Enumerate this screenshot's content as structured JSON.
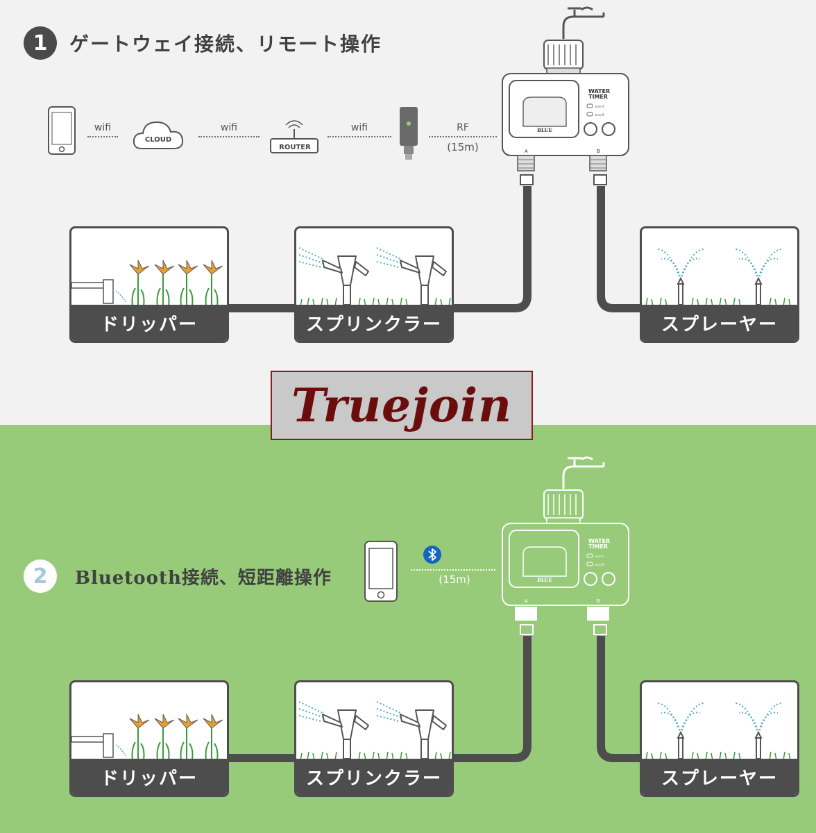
{
  "steps": [
    {
      "number": "1",
      "title": "ゲートウェイ接続、リモート操作"
    },
    {
      "number": "2",
      "title": "Bluetooth接続、短距離操作"
    }
  ],
  "brand": "Truejoin",
  "gateway_chain": {
    "cloud_label": "CLOUD",
    "router_label": "ROUTER",
    "links": [
      "wifi",
      "wifi",
      "wifi"
    ],
    "rf_label": "RF",
    "rf_range": "(15m)"
  },
  "bluetooth_chain": {
    "range": "(15m)"
  },
  "timer": {
    "title_line1": "WATER",
    "title_line2": "TIMER",
    "brand": "BLUE",
    "zone_a": "zone A",
    "zone_b": "zone B",
    "outlet_a": "A",
    "outlet_b": "B"
  },
  "scenes": {
    "dripper": "ドリッパー",
    "sprinkler": "スプリンクラー",
    "sprayer": "スプレーヤー"
  },
  "colors": {
    "pipe": "#4d4d4d",
    "bottom_bg": "#97cb7a",
    "brand_text": "#6b0d0d",
    "grass": "#3a9a3a",
    "water": "#4fa8c8",
    "flower": "#e8a030"
  }
}
